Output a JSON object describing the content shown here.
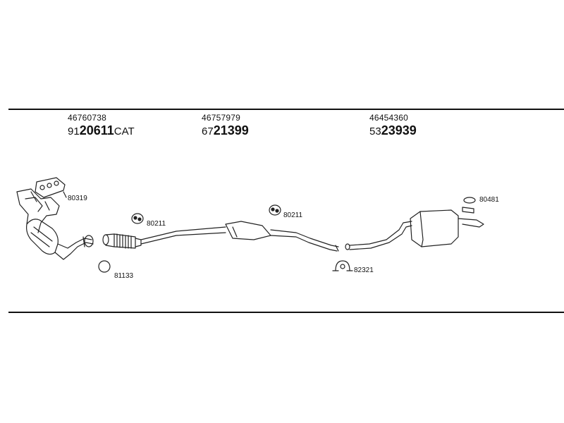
{
  "sections": [
    {
      "oem": "46760738",
      "prefix": "91",
      "main": "20611",
      "suffix": "CAT"
    },
    {
      "oem": "46757979",
      "prefix": "67",
      "main": "21399",
      "suffix": ""
    },
    {
      "oem": "46454360",
      "prefix": "53",
      "main": "23939",
      "suffix": ""
    }
  ],
  "callouts": {
    "gasket": "80319",
    "ring": "81133",
    "hanger_front": "80211",
    "hanger_mid": "80211",
    "clamp": "82321",
    "hanger_rear": "80481"
  }
}
